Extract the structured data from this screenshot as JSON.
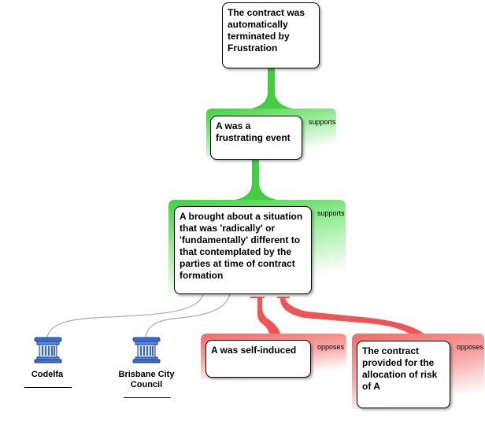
{
  "nodes": {
    "conclusion": "The contract was automatically terminated by Frustration",
    "premise1": "A was a frustrating event",
    "premise2": "A brought about a situation that was 'radically' or 'fundamentally' different to that contemplated by the parties at time of contract formation",
    "objection1": "A was self-induced",
    "objection2": "The contract provided for the allocation of risk of A"
  },
  "tags": {
    "supports_1": "supports",
    "supports_2": "supports",
    "opposes_1": "opposes",
    "opposes_2": "opposes"
  },
  "sources": [
    {
      "label": "Codelfa"
    },
    {
      "label": "Brisbane City Council"
    }
  ],
  "colors": {
    "support": "#44cc44",
    "oppose": "#ee5555",
    "source_link": "#aaaaaa",
    "source_icon": "#3a6fd0"
  }
}
